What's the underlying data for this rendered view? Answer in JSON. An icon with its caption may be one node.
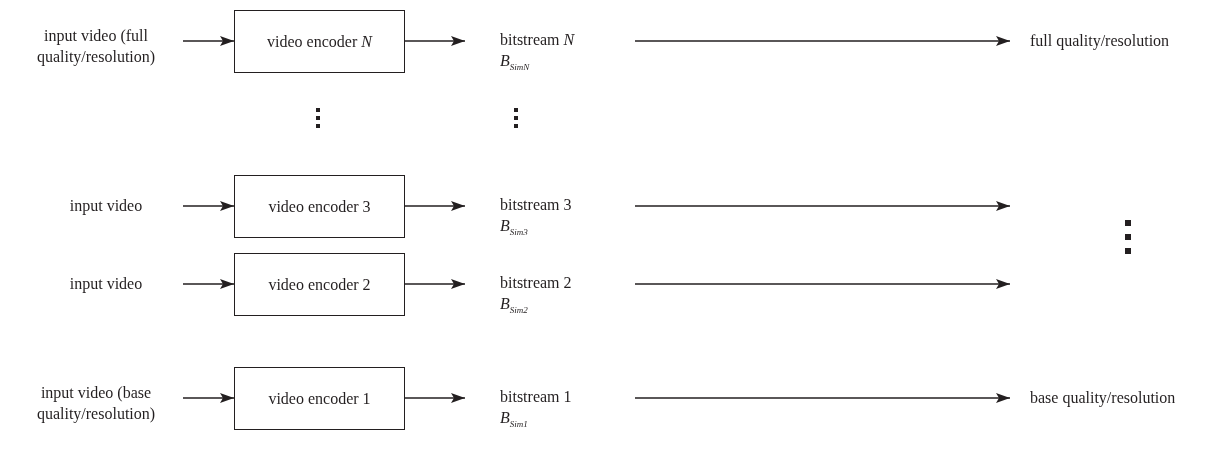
{
  "diagram": {
    "nodes": [
      {
        "text": [
          "input video (full quality/resolution)"
        ]
      },
      {
        "text": [
          "video encoder *N*"
        ]
      },
      {
        "text": [
          "bitstream *N*",
          "B$_{SimN}$"
        ]
      },
      {
        "text": [
          "full quality/resolution"
        ]
      },
      {
        "text": [
          "input video"
        ]
      },
      {
        "text": [
          "video encoder 3"
        ]
      },
      {
        "text": [
          "bitstream 3",
          "B$_{Sim3}$"
        ]
      },
      {
        "text": [
          "input video"
        ]
      },
      {
        "text": [
          "video encoder 2"
        ]
      },
      {
        "text": [
          "bitstream 2",
          "B$_{Sim2}$"
        ]
      },
      {
        "text": [
          "input video (base quality/resolution)"
        ]
      },
      {
        "text": [
          "video encoder 1"
        ]
      },
      {
        "text": [
          "bitstream 1",
          "B$_{Sim1}$"
        ]
      },
      {
        "text": [
          "base quality/resolution"
        ]
      }
    ],
    "edges": [
      {
        "from": 0,
        "to": 1,
        "arrow": "to"
      },
      {
        "from": 1,
        "to": 2,
        "arrow": "to"
      },
      {
        "from": 2,
        "to": 3,
        "arrow": "to"
      },
      {
        "from": 4,
        "to": 5,
        "arrow": "to"
      },
      {
        "from": 5,
        "to": 6,
        "arrow": "to"
      },
      {
        "from": 6,
        "to": null,
        "arrow": "to"
      },
      {
        "from": 7,
        "to": 8,
        "arrow": "to"
      },
      {
        "from": 8,
        "to": 9,
        "arrow": "to"
      },
      {
        "from": 9,
        "to": null,
        "arrow": "to"
      },
      {
        "from": 10,
        "to": 11,
        "arrow": "to"
      },
      {
        "from": 11,
        "to": 12,
        "arrow": "to"
      },
      {
        "from": 12,
        "to": 13,
        "arrow": "to"
      }
    ]
  }
}
